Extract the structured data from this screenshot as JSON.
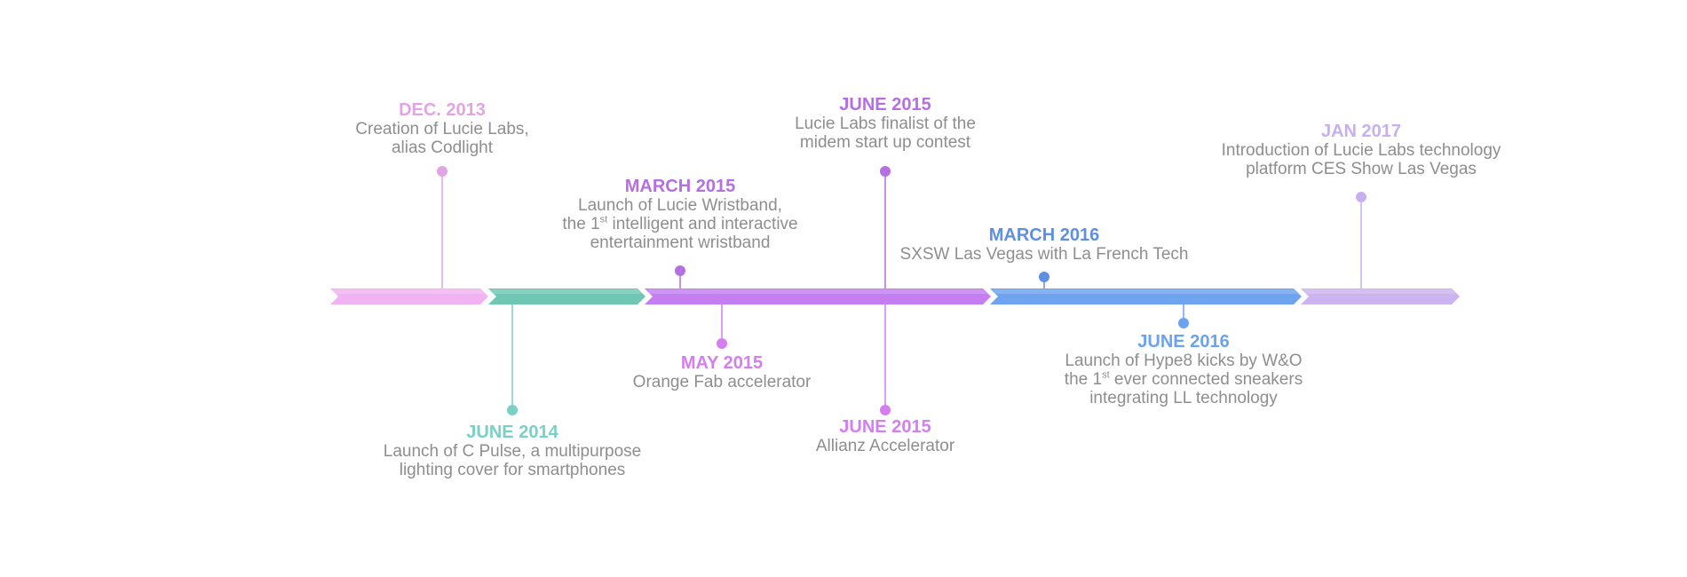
{
  "colors": {
    "segment_2013": "#f2b3f2",
    "segment_2014": "#6fc7b3",
    "segment_2015": "#c57ef0",
    "segment_2016": "#6ea3ef",
    "segment_2017": "#cbb4ef",
    "description_text": "#8e8e8e"
  },
  "timeline": {
    "segments": [
      {
        "name": "segment-2013",
        "color": "#f2b3f2"
      },
      {
        "name": "segment-2014",
        "color": "#6fc7b3"
      },
      {
        "name": "segment-2015",
        "color": "#c57ef0"
      },
      {
        "name": "segment-2016",
        "color": "#6ea3ef"
      },
      {
        "name": "segment-2017",
        "color": "#cbb4ef"
      }
    ],
    "events": [
      {
        "id": "dec-2013",
        "date": "DEC. 2013",
        "date_color": "#e3a4e6",
        "line_color": "#e3a4e6",
        "lines": [
          "Creation of Lucie Labs,",
          "alias Codlight"
        ]
      },
      {
        "id": "june-2014",
        "date": "JUNE 2014",
        "date_color": "#79d1c6",
        "line_color": "#79d1c6",
        "lines": [
          "Launch of C Pulse, a multipurpose",
          "lighting cover for smartphones"
        ]
      },
      {
        "id": "march-2015",
        "date": "MARCH 2015",
        "date_color": "#b66fe0",
        "line_color": "#b66fe0",
        "lines": [
          "Launch of Lucie Wristband,",
          "the 1st intelligent and interactive",
          "entertainment wristband"
        ]
      },
      {
        "id": "may-2015",
        "date": "MAY 2015",
        "date_color": "#d47ef0",
        "line_color": "#d47ef0",
        "lines": [
          "Orange Fab accelerator"
        ]
      },
      {
        "id": "june-2015-a",
        "date": "JUNE 2015",
        "date_color": "#b66fe0",
        "line_color": "#b66fe0",
        "lines": [
          "Lucie Labs finalist of the",
          "midem start up contest"
        ]
      },
      {
        "id": "june-2015-b",
        "date": "JUNE 2015",
        "date_color": "#d47ef0",
        "line_color": "#d47ef0",
        "lines": [
          "Allianz Accelerator"
        ]
      },
      {
        "id": "march-2016",
        "date": "MARCH 2016",
        "date_color": "#5f8fe0",
        "line_color": "#5f8fe0",
        "lines": [
          "SXSW Las Vegas  with La French Tech"
        ]
      },
      {
        "id": "june-2016",
        "date": "JUNE 2016",
        "date_color": "#6aa3f0",
        "line_color": "#6aa3f0",
        "lines": [
          "Launch of Hype8 kicks by W&O",
          "the 1st ever connected sneakers",
          "integrating LL technology"
        ]
      },
      {
        "id": "jan-2017",
        "date": "JAN 2017",
        "date_color": "#c6b1ee",
        "line_color": "#c6b1ee",
        "lines": [
          "Introduction of Lucie Labs technology",
          "platform CES Show Las Vegas"
        ]
      }
    ]
  }
}
